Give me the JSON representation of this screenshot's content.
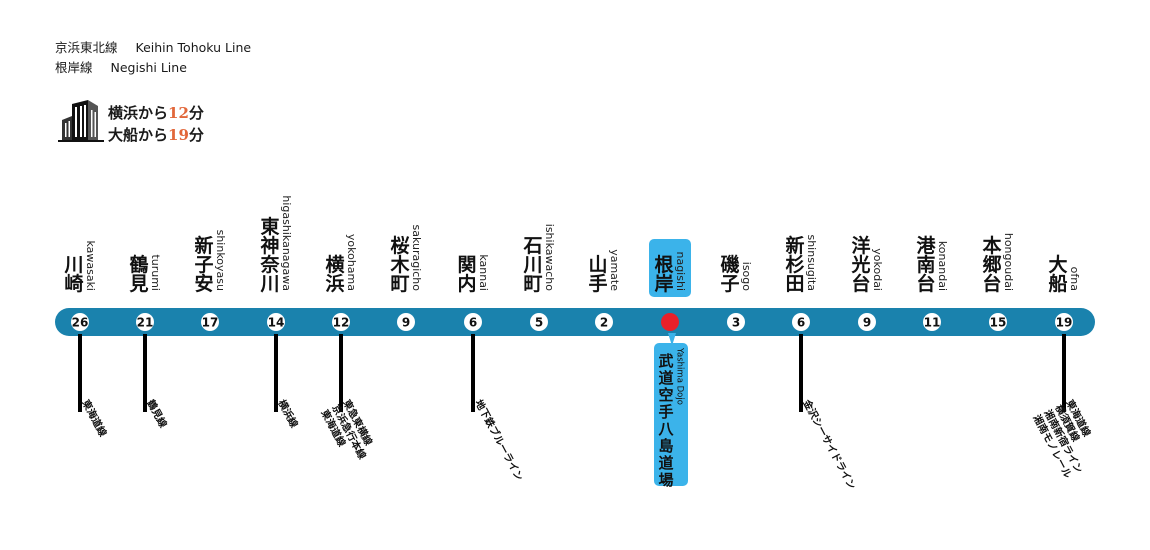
{
  "line_names": [
    {
      "ja": "京浜東北線",
      "en": "Keihin Tohoku Line"
    },
    {
      "ja": "根岸線",
      "en": "Negishi Line"
    }
  ],
  "travel_times": [
    {
      "from": "横浜から",
      "minutes": "12",
      "unit": "分"
    },
    {
      "from": "大船から",
      "minutes": "19",
      "unit": "分"
    }
  ],
  "colors": {
    "line_bar": "#1a82ad",
    "highlight_box": "#3bb3ea",
    "current_dot": "#e8202a",
    "accent_minutes": "#e2673a",
    "transfer_line": "#000000"
  },
  "current_station": "negishi",
  "stations": [
    {
      "id": "kawasaki",
      "name": "川崎",
      "romaji": "kawasaki",
      "minutes": "26",
      "transfers": [
        "東海道線"
      ]
    },
    {
      "id": "tsurumi",
      "name": "鶴見",
      "romaji": "turumi",
      "minutes": "21",
      "transfers": [
        "鶴見線"
      ]
    },
    {
      "id": "shinkoyasu",
      "name": "新子安",
      "romaji": "shinkoyasu",
      "minutes": "17",
      "transfers": []
    },
    {
      "id": "higashikanagawa",
      "name": "東神奈川",
      "romaji": "higashikanagawa",
      "minutes": "14",
      "transfers": [
        "横浜線"
      ]
    },
    {
      "id": "yokohama",
      "name": "横浜",
      "romaji": "yokohama",
      "minutes": "12",
      "transfers": [
        "東急東横線",
        "京浜急行本線",
        "東海道線"
      ]
    },
    {
      "id": "sakuragicho",
      "name": "桜木町",
      "romaji": "sakuragicho",
      "minutes": "9",
      "transfers": []
    },
    {
      "id": "kannai",
      "name": "関内",
      "romaji": "kannai",
      "minutes": "6",
      "transfers": [
        "地下鉄ブルーライン"
      ]
    },
    {
      "id": "ishikawacho",
      "name": "石川町",
      "romaji": "ishikawacho",
      "minutes": "5",
      "transfers": []
    },
    {
      "id": "yamate",
      "name": "山手",
      "romaji": "yamate",
      "minutes": "2",
      "transfers": []
    },
    {
      "id": "negishi",
      "name": "根岸",
      "romaji": "nagishi",
      "minutes": "",
      "transfers": []
    },
    {
      "id": "isogo",
      "name": "磯子",
      "romaji": "isogo",
      "minutes": "3",
      "transfers": []
    },
    {
      "id": "shinsugita",
      "name": "新杉田",
      "romaji": "shinsugita",
      "minutes": "6",
      "transfers": [
        "金沢シーサイドライン"
      ]
    },
    {
      "id": "yokodai",
      "name": "洋光台",
      "romaji": "yokodai",
      "minutes": "9",
      "transfers": []
    },
    {
      "id": "konandai",
      "name": "港南台",
      "romaji": "konandai",
      "minutes": "11",
      "transfers": []
    },
    {
      "id": "hongodai",
      "name": "本郷台",
      "romaji": "hongoudai",
      "minutes": "15",
      "transfers": []
    },
    {
      "id": "ofuna",
      "name": "大船",
      "romaji": "ofna",
      "minutes": "19",
      "transfers": [
        "東海道線",
        "横須賀線",
        "湘南新宿ライン",
        "湘南モノレール"
      ]
    }
  ],
  "highlight_box": {
    "name": "武道空手八島道場",
    "romaji": "Yashima Dojo"
  }
}
